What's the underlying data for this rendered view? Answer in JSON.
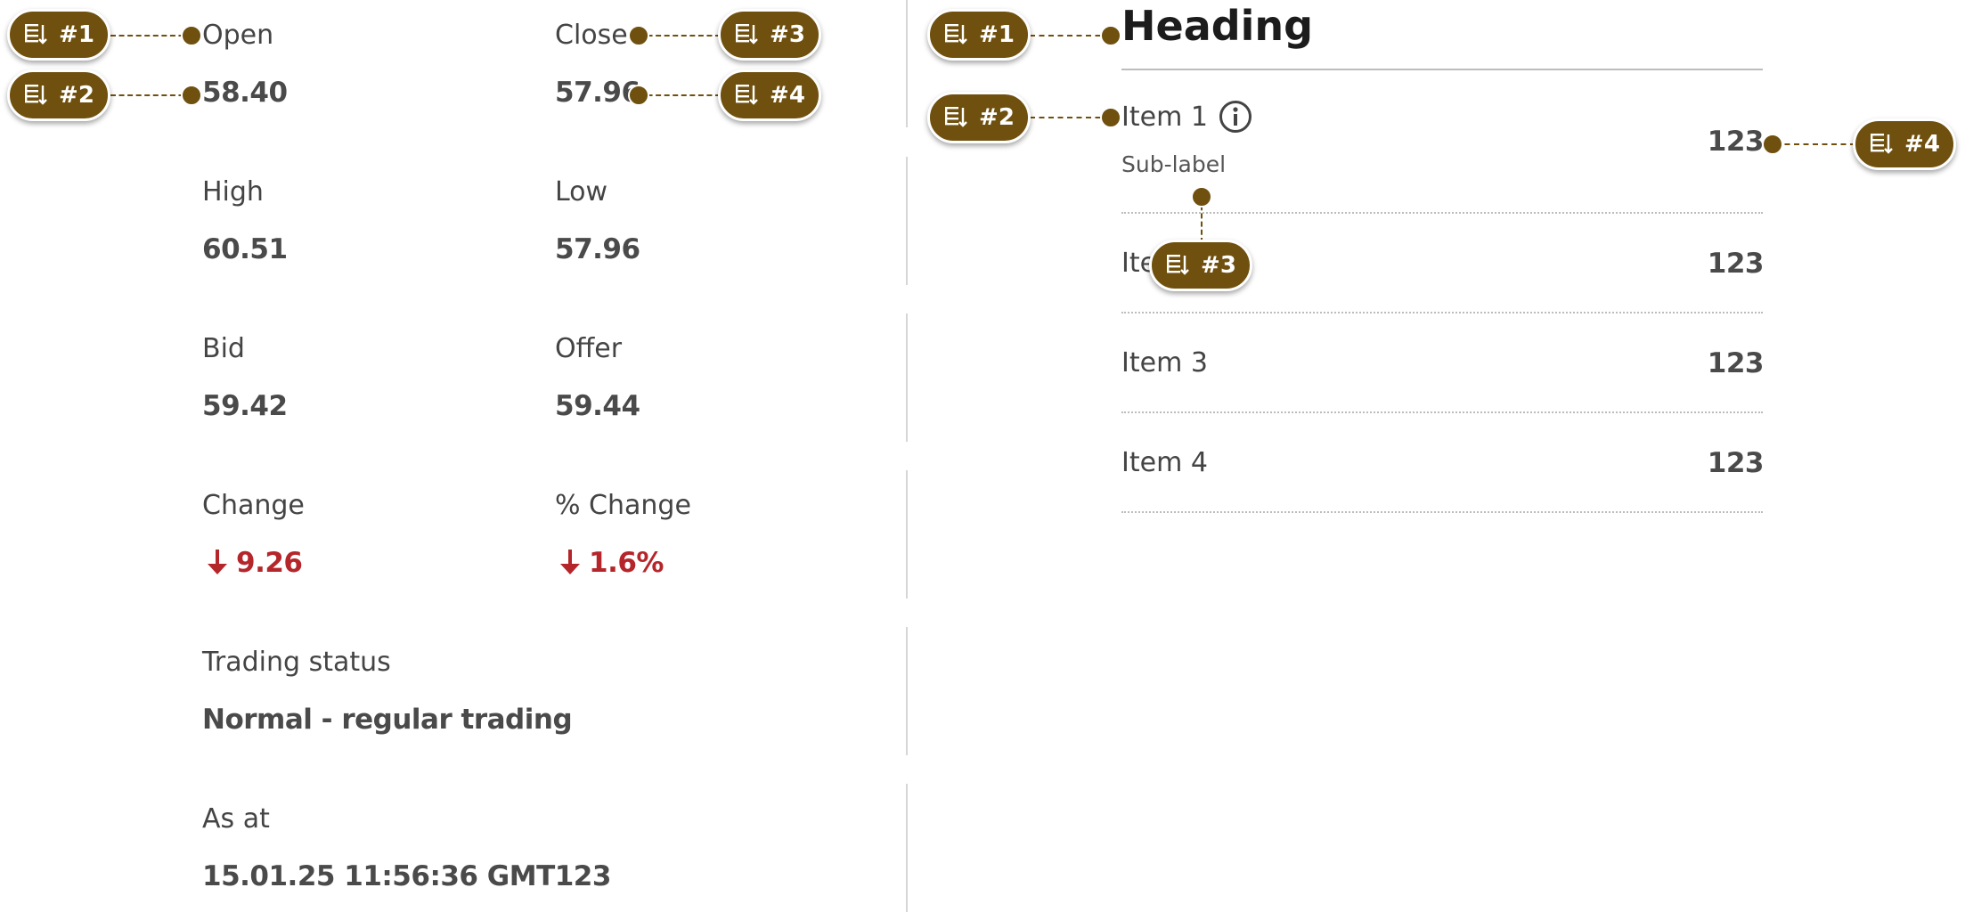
{
  "quote_panel": {
    "rows": [
      {
        "left": {
          "label": "Open",
          "value": "58.40"
        },
        "right": {
          "label": "Close",
          "value": "57.96"
        }
      },
      {
        "left": {
          "label": "High",
          "value": "60.51"
        },
        "right": {
          "label": "Low",
          "value": "57.96"
        }
      },
      {
        "left": {
          "label": "Bid",
          "value": "59.42"
        },
        "right": {
          "label": "Offer",
          "value": "59.44"
        }
      },
      {
        "left": {
          "label": "Change",
          "value": "9.26",
          "direction": "down"
        },
        "right": {
          "label": "% Change",
          "value": "1.6%",
          "direction": "down"
        }
      }
    ],
    "trading_status": {
      "label": "Trading status",
      "value": "Normal - regular trading"
    },
    "as_at": {
      "label": "As at",
      "value": "15.01.25 11:56:36 GMT123"
    }
  },
  "list_panel": {
    "heading": "Heading",
    "items": [
      {
        "label": "Item 1",
        "sublabel": "Sub-label",
        "value": "123",
        "icon": "info-icon"
      },
      {
        "label": "Item 2",
        "value": "123"
      },
      {
        "label": "Item 3",
        "value": "123"
      },
      {
        "label": "Item 4",
        "value": "123"
      }
    ]
  },
  "annotations": {
    "left": [
      "#1",
      "#2",
      "#3",
      "#4"
    ],
    "right": [
      "#1",
      "#2",
      "#3",
      "#4"
    ],
    "icon": "reading-order-icon"
  },
  "colors": {
    "badge": "#6f500e",
    "negative": "#b5262b",
    "text": "#4a4a4a",
    "heading": "#1c1c1c"
  }
}
